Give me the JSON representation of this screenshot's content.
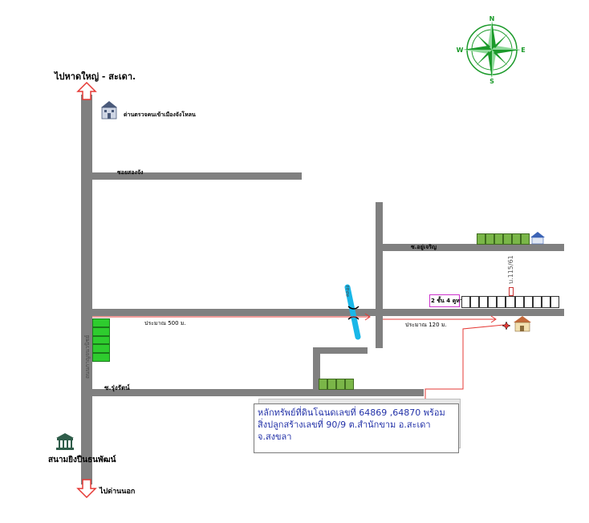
{
  "map": {
    "top_direction": "ไปหาดใหญ่ - สะเดา.",
    "bottom_direction": "ไปด่านนอก",
    "landmark_checkpoint": "ด่านตรวจคนเข้าเมืองจังโหลน",
    "soi_upper": "ซอยสองจัง",
    "soi_right_upper": "ซ.อยู่เจริญ",
    "soi_lower": "ซ.รุ่งรัตน์",
    "main_road_vertical": "ถนนกาญจนวนิชย์",
    "canal_label": "คลอง",
    "distance_1": "ประมาณ 500 ม.",
    "distance_2": "ประมาณ 120 ม.",
    "building_label": "2 ชั้น 4 คูหา",
    "building_number": "บ.115/61",
    "stadium_label": "สนามยิงปืนธนพัฒน์",
    "property_info": {
      "line1": "หลักทรัพย์ที่ดินโฉนดเลขที่ 64869 ,64870  พร้อม",
      "line2": "สิ่งปลูกสร้างเลขที่ 90/9         ต.สำนักขาม อ.สะเดา",
      "line3": "จ.สงขลา"
    },
    "compass": {
      "n": "N",
      "s": "S",
      "e": "E",
      "w": "W"
    }
  },
  "colors": {
    "road": "#808080",
    "arrow": "#e53935",
    "compass": "#1b9a2a",
    "blocks_green": "#2ecc2e",
    "canal": "#19b7e8",
    "building_border": "#cc33cc",
    "info_text": "#2332a8"
  },
  "icons": [
    "compass-rose-icon",
    "building-icon",
    "stadium-icon",
    "house-icon",
    "star-marker-icon"
  ]
}
